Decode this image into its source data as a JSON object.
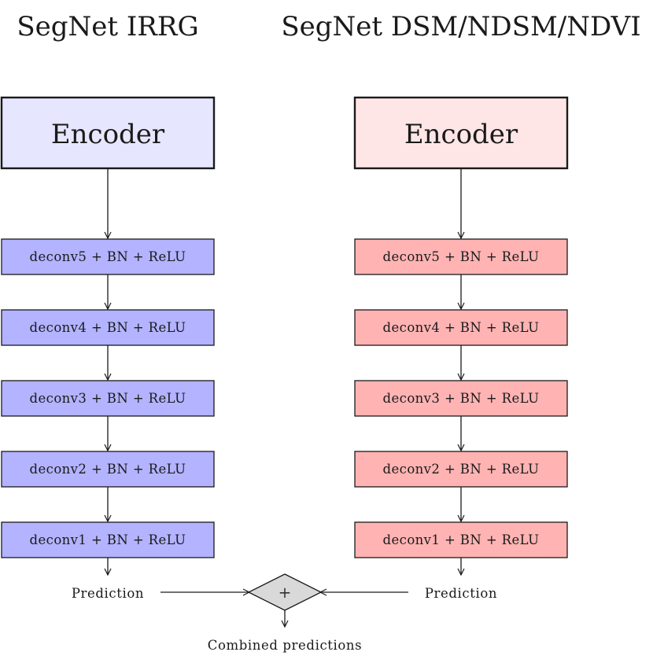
{
  "colors": {
    "left_encoder_fill": "#e6e6ff",
    "left_layer_fill": "#b3b3ff",
    "right_encoder_fill": "#ffe6e6",
    "right_layer_fill": "#ffb3b3",
    "combiner_fill": "#d9d9d9",
    "stroke": "#1a1a1a"
  },
  "branches": [
    {
      "id": "irrg",
      "title": "SegNet IRRG",
      "encoder_label": "Encoder",
      "layers": [
        "deconv5 + BN + ReLU",
        "deconv4 + BN + ReLU",
        "deconv3 + BN + ReLU",
        "deconv2 + BN + ReLU",
        "deconv1 + BN + ReLU"
      ],
      "output_label": "Prediction"
    },
    {
      "id": "dsm",
      "title": "SegNet DSM/NDSM/NDVI",
      "encoder_label": "Encoder",
      "layers": [
        "deconv5 + BN + ReLU",
        "deconv4 + BN + ReLU",
        "deconv3 + BN + ReLU",
        "deconv2 + BN + ReLU",
        "deconv1 + BN + ReLU"
      ],
      "output_label": "Prediction"
    }
  ],
  "combiner": {
    "symbol": "+",
    "output_label": "Combined predictions"
  }
}
